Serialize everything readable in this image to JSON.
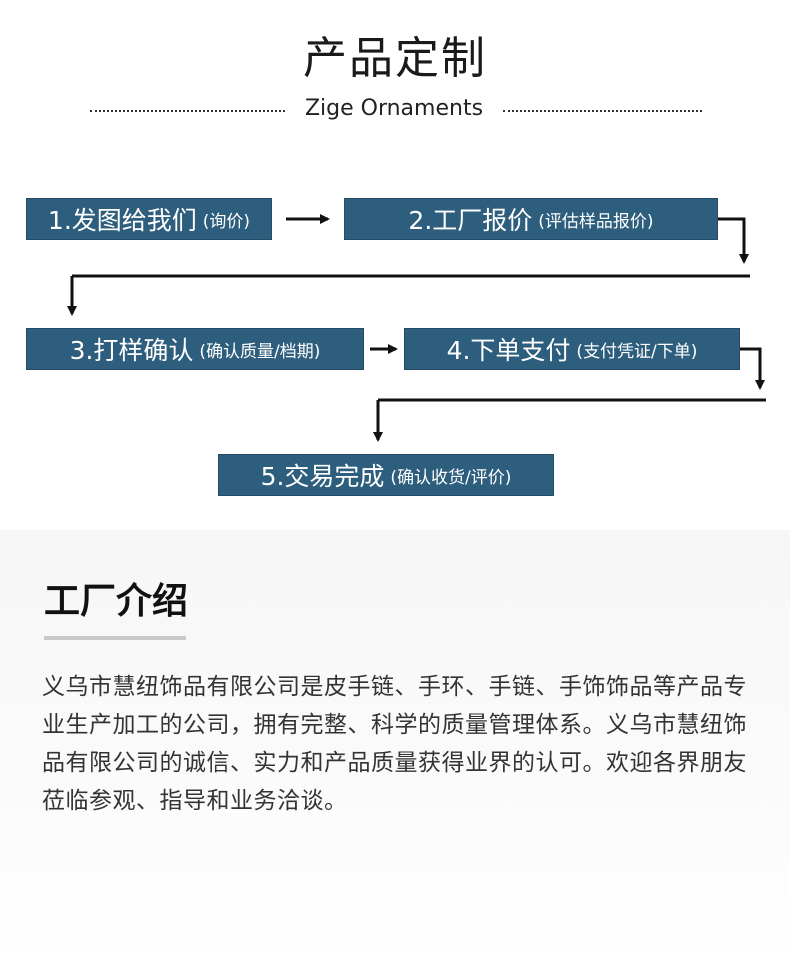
{
  "header": {
    "title": "产品定制",
    "subtitle": "Zige Ornaments"
  },
  "steps": [
    {
      "label": "1.发图给我们",
      "note": "询价"
    },
    {
      "label": "2.工厂报价",
      "note": "评估样品报价"
    },
    {
      "label": "3.打样确认",
      "note": "确认质量/档期"
    },
    {
      "label": "4.下单支付",
      "note": "支付凭证/下单"
    },
    {
      "label": "5.交易完成",
      "note": "确认收货/评价"
    }
  ],
  "factory": {
    "heading": "工厂介绍",
    "description": "义乌市慧纽饰品有限公司是皮手链、手环、手链、手饰饰品等产品专业生产加工的公司，拥有完整、科学的质量管理体系。义乌市慧纽饰品有限公司的诚信、实力和产品质量获得业界的认可。欢迎各界朋友莅临参观、指导和业务洽谈。"
  },
  "colors": {
    "step_background": "#2e5e7d",
    "arrow": "#111111"
  }
}
